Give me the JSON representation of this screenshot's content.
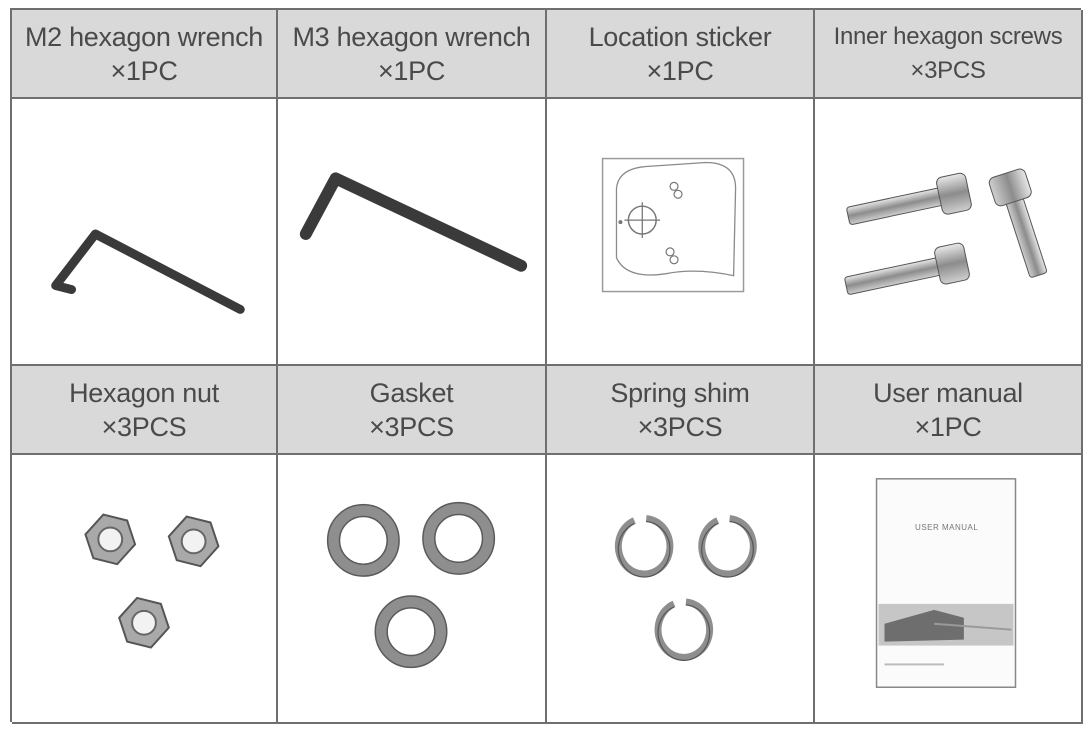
{
  "items": [
    {
      "name": "M2 hexagon wrench",
      "qty": "×1PC",
      "icon": "m2-hex-wrench"
    },
    {
      "name": "M3 hexagon wrench",
      "qty": "×1PC",
      "icon": "m3-hex-wrench"
    },
    {
      "name": "Location sticker",
      "qty": "×1PC",
      "icon": "location-sticker"
    },
    {
      "name": "Inner hexagon screws",
      "qty": "×3PCS",
      "icon": "hex-screws"
    },
    {
      "name": "Hexagon nut",
      "qty": "×3PCS",
      "icon": "hex-nuts"
    },
    {
      "name": "Gasket",
      "qty": "×3PCS",
      "icon": "gaskets"
    },
    {
      "name": "Spring shim",
      "qty": "×3PCS",
      "icon": "spring-shims"
    },
    {
      "name": "User manual",
      "qty": "×1PC",
      "icon": "user-manual"
    }
  ],
  "manual_cover_title": "USER MANUAL"
}
